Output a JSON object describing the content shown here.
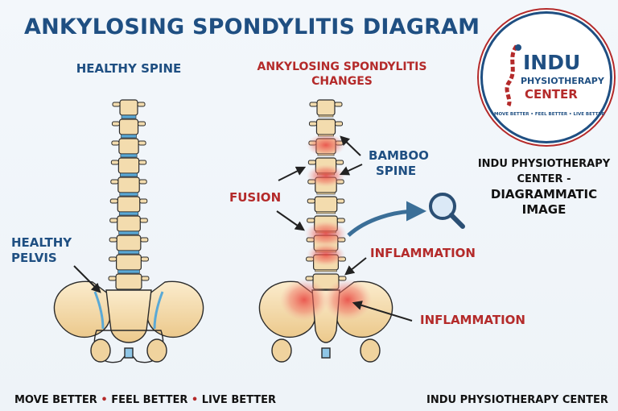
{
  "title": "ANKYLOSING SPONDYLITIS DIAGRAM",
  "healthy_heading": "HEALTHY SPINE",
  "as_heading_line1": "ANKYLOSING SPONDYLITIS",
  "as_heading_line2": "CHANGES",
  "labels": {
    "healthy_pelvis_line1": "HEALTHY",
    "healthy_pelvis_line2": "PELVIS",
    "fusion": "FUSION",
    "bamboo_line1": "BAMBOO",
    "bamboo_line2": "SPINE",
    "inflammation_upper": "INFLAMMATION",
    "inflammation_lower": "INFLAMMATION"
  },
  "logo": {
    "indu": "INDU",
    "physio": "PHYSIOTHERAPY",
    "center": "CENTER",
    "tagline": "MOVE BETTER • FEEL BETTER • LIVE BETTER"
  },
  "side_caption": {
    "line1": "INDU PHYSIOTHERAPY",
    "line2": "CENTER -",
    "line3": "DIAGRAMMATIC",
    "line4": "IMAGE"
  },
  "footer": {
    "move": "MOVE BETTER",
    "feel": "FEEL BETTER",
    "live": "LIVE BETTER",
    "sep": "•",
    "right": "INDU PHYSIOTHERAPY CENTER"
  },
  "colors": {
    "blue": "#1f4f82",
    "red": "#b42a2a",
    "bone": "#f3dcae",
    "disc": "#5aa9d6",
    "inflammation": "#e8423e"
  },
  "icons": [
    "magnifier-icon",
    "spine-logo-icon"
  ]
}
